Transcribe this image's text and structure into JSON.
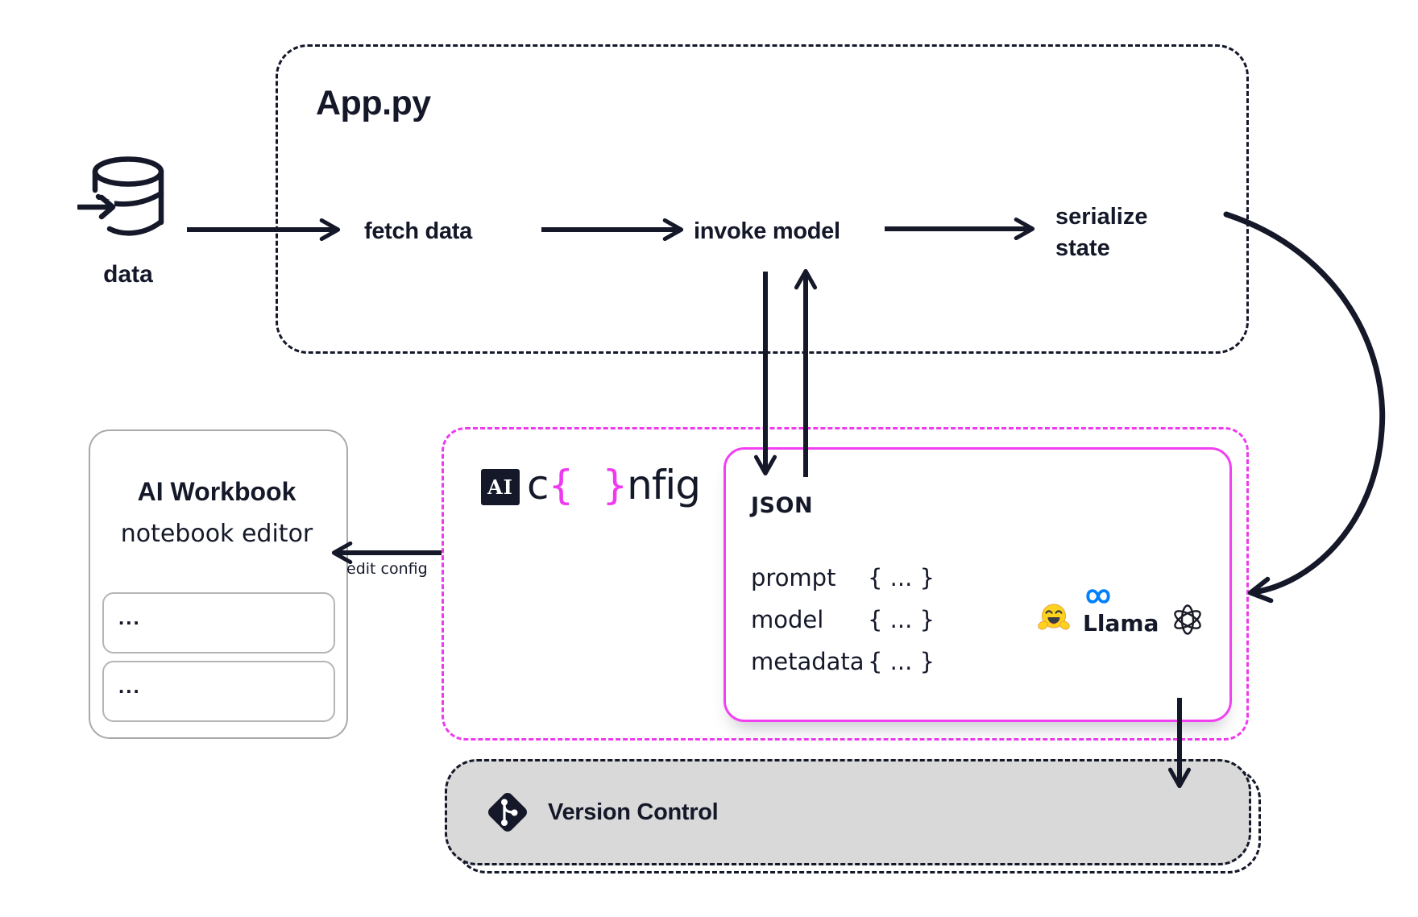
{
  "app": {
    "title": "App.py",
    "data_label": "data",
    "fetch_label": "fetch data",
    "invoke_label": "invoke model",
    "serialize_line1": "serialize",
    "serialize_line2": "state"
  },
  "workbook": {
    "title": "AI Workbook",
    "subtitle": "notebook editor",
    "cells": [
      "...",
      "..."
    ],
    "edit_config_label": "edit config"
  },
  "config_brand": {
    "ai_badge": "AI",
    "word_start": "c",
    "brace_open": "{",
    "brace_close": "}",
    "word_end": "nfig"
  },
  "json_panel": {
    "title": "JSON",
    "rows": [
      {
        "key": "prompt",
        "value": "{ ... }"
      },
      {
        "key": "model",
        "value": "{ ... }"
      },
      {
        "key": "metadata",
        "value": "{ ... }"
      }
    ],
    "meta_llama_label": "Llama"
  },
  "version_control": {
    "label": "Version Control"
  },
  "colors": {
    "ink": "#141829",
    "magenta_dashed": "#EE3BEF",
    "magenta_solid": "#F23FF2",
    "meta_blue": "#0081FB",
    "hf_yellow": "#FFD21E",
    "vc_gray": "#D9D9D9"
  }
}
